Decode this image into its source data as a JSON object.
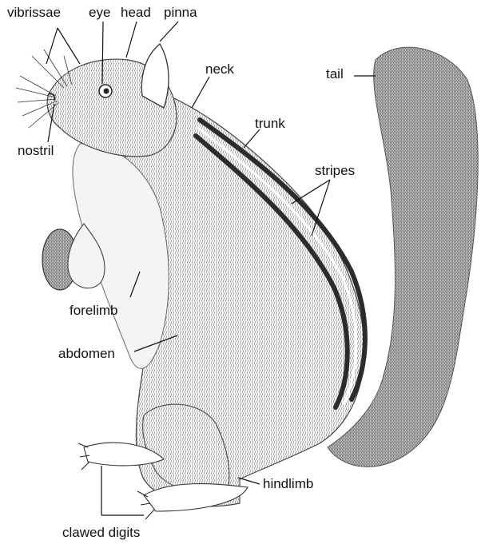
{
  "labels": {
    "vibrissae": "vibrissae",
    "eye": "eye",
    "head": "head",
    "pinna": "pinna",
    "neck": "neck",
    "tail": "tail",
    "trunk": "trunk",
    "nostril": "nostril",
    "stripes": "stripes",
    "forelimb": "forelimb",
    "abdomen": "abdomen",
    "hindlimb": "hindlimb",
    "clawed_digits": "clawed digits"
  },
  "colors": {
    "ink": "#111111",
    "fur": "#9a9a9a",
    "background": "#ffffff"
  }
}
